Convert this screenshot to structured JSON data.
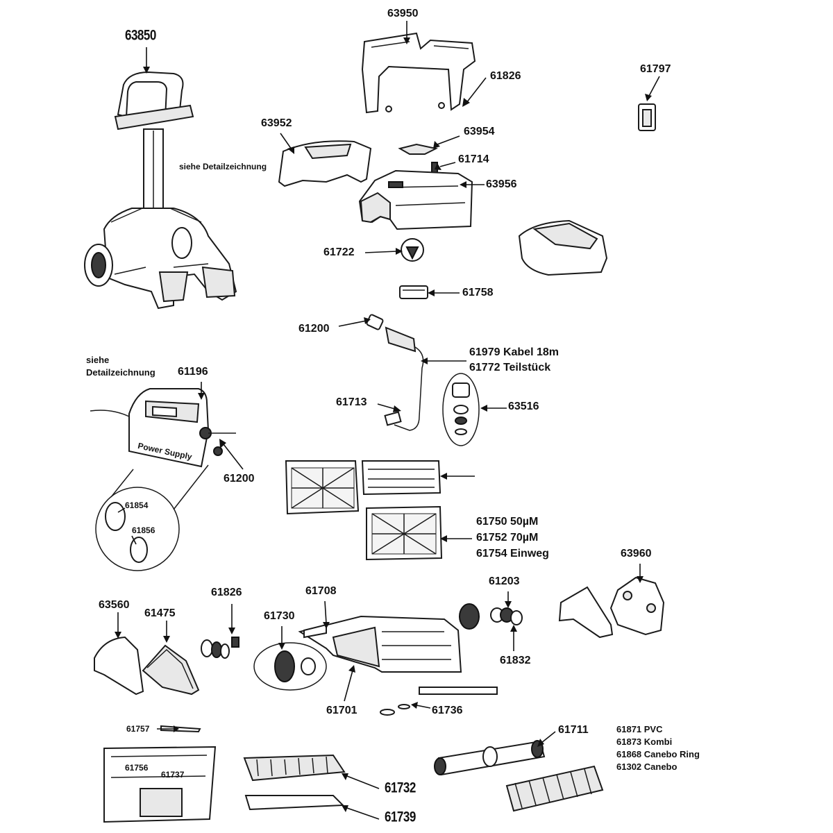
{
  "labels": {
    "p63850": "63850",
    "p63950": "63950",
    "p61826a": "61826",
    "p61797": "61797",
    "p63952": "63952",
    "p63954": "63954",
    "p61714": "61714",
    "p63956": "63956",
    "p61722": "61722",
    "p61758": "61758",
    "p61200a": "61200",
    "p61979": "61979 Kabel 18m",
    "p61772": "61772 Teilstück",
    "p61713": "61713",
    "p63516": "63516",
    "siehe_detail_1": "siehe Detailzeichnung",
    "siehe_detail_2a": "siehe",
    "siehe_detail_2b": "Detailzeichnung",
    "p61196": "61196",
    "p61200b": "61200",
    "p61854": "61854",
    "p61856": "61856",
    "power_supply": "Power Supply",
    "p61750": "61750 50µM",
    "p61752": "61752 70µM",
    "p61754": "61754 Einweg",
    "p63960": "63960",
    "p61203": "61203",
    "p61826b": "61826",
    "p61708": "61708",
    "p63560": "63560",
    "p61475": "61475",
    "p61730": "61730",
    "p61832": "61832",
    "p61701": "61701",
    "p61736": "61736",
    "p61757": "61757",
    "p61756": "61756",
    "p61737": "61737",
    "p61711": "61711",
    "p61871": "61871 PVC",
    "p61873": "61873 Kombi",
    "p61868": "61868 Canebo Ring",
    "p61302": "61302 Canebo",
    "p61732": "61732",
    "p61739": "61739"
  },
  "icons": {
    "caddy": "caddy-cart-icon",
    "handle": "robot-handle-icon",
    "power": "power-supply-icon",
    "filter": "filter-panel-icon",
    "brush": "brush-roller-icon"
  }
}
